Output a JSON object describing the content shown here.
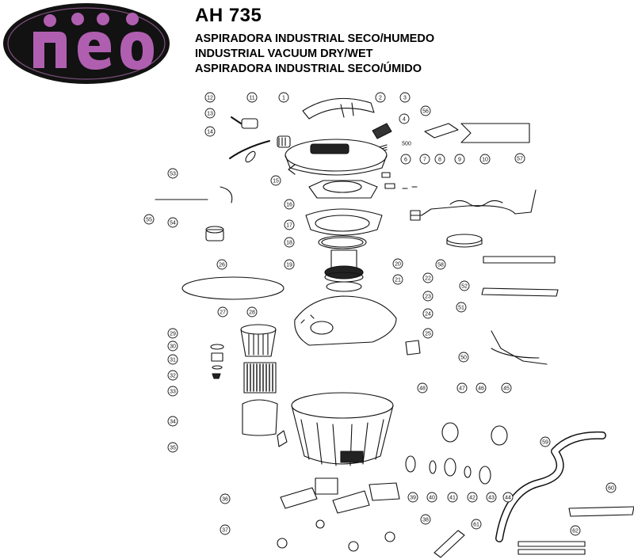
{
  "brand": {
    "name": "neo",
    "logo_colors": {
      "background": "#121212",
      "letters": "#b05fb0",
      "rim": "#c77bc7"
    }
  },
  "header": {
    "model": "AH 735",
    "lines": [
      "ASPIRADORA INDUSTRIAL SECO/HUMEDO",
      "INDUSTRIAL VACUUM DRY/WET",
      "ASPIRADORA INDUSTRIAL SECO/ÚMIDO"
    ]
  },
  "callouts": [
    "1",
    "2",
    "3",
    "4",
    "500",
    "6",
    "7",
    "8",
    "9",
    "10",
    "11",
    "12",
    "13",
    "14",
    "15",
    "16",
    "17",
    "18",
    "19",
    "20",
    "21",
    "22",
    "23",
    "24",
    "25",
    "26",
    "27",
    "28",
    "29",
    "30",
    "31",
    "32",
    "33",
    "34",
    "35",
    "36",
    "37",
    "38",
    "39",
    "40",
    "41",
    "42",
    "43",
    "44",
    "45",
    "46",
    "47",
    "48",
    "50",
    "51",
    "52",
    "53",
    "54",
    "55",
    "56",
    "57",
    "58",
    "59",
    "60",
    "61",
    "62"
  ]
}
